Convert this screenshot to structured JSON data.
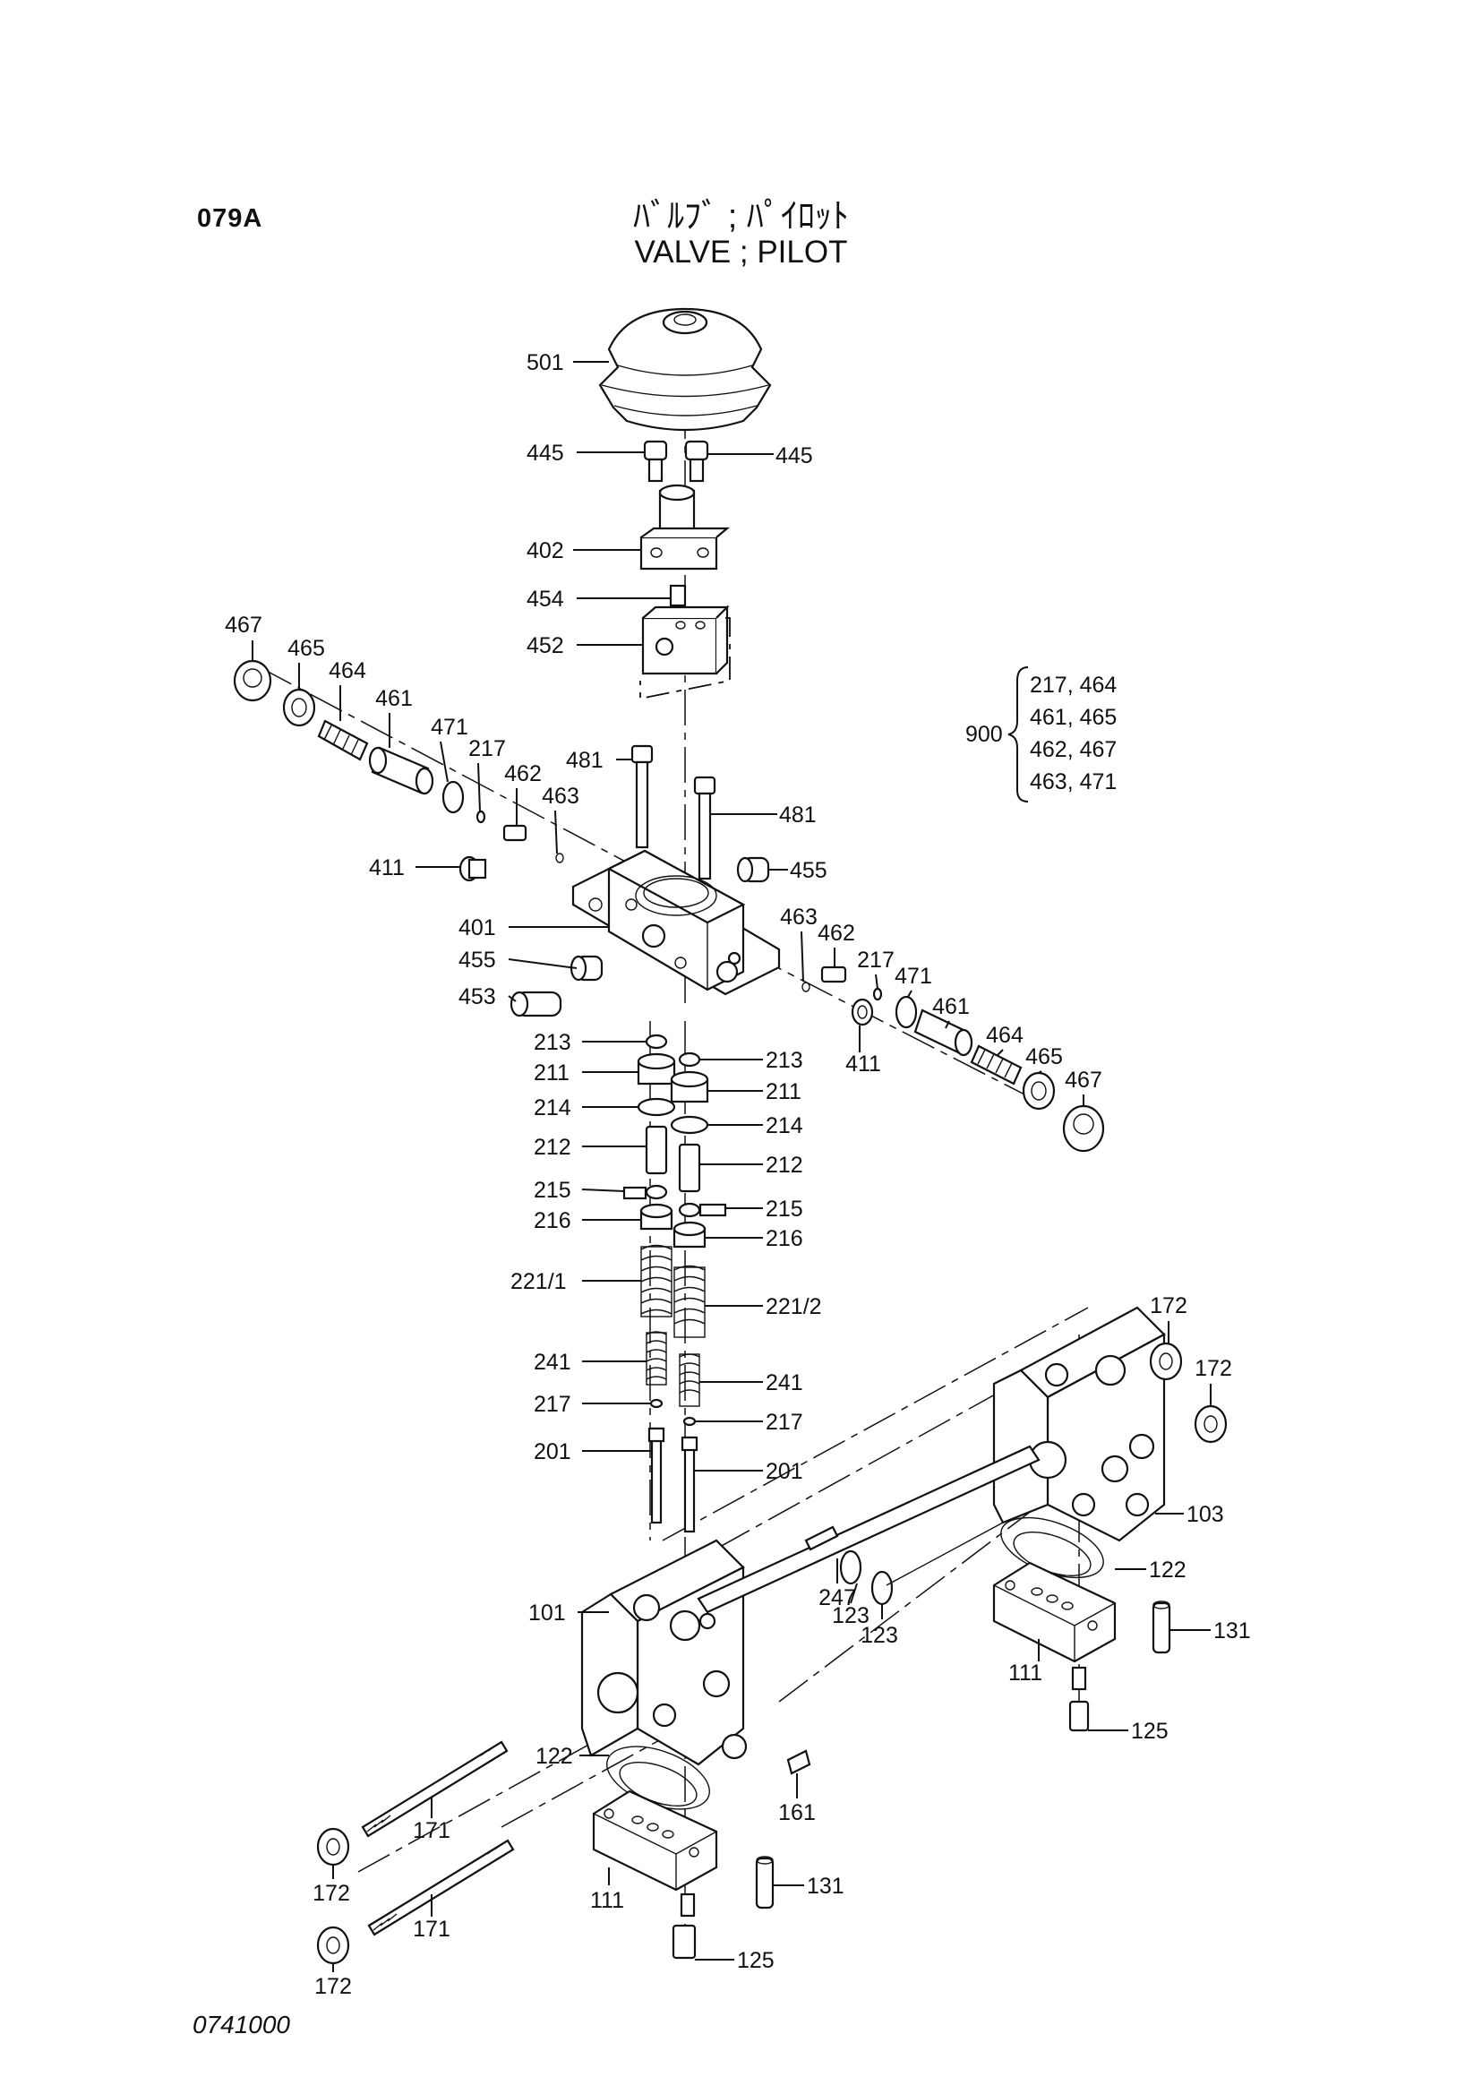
{
  "page": {
    "section_code": "079A",
    "title_jp": "ﾊﾞﾙﾌﾞ ; ﾊﾟｲﾛｯﾄ",
    "title_en": "VALVE ; PILOT",
    "doc_number": "0741000"
  },
  "kit": {
    "label": "900",
    "lines": [
      "217, 464",
      "461, 465",
      "462, 467",
      "463, 471"
    ]
  },
  "callouts": [
    "501",
    "445",
    "445",
    "402",
    "454",
    "452",
    "467",
    "465",
    "464",
    "461",
    "471",
    "217",
    "462",
    "463",
    "481",
    "481",
    "411",
    "455",
    "401",
    "455",
    "453",
    "463",
    "462",
    "217",
    "471",
    "461",
    "464",
    "465",
    "467",
    "411",
    "213",
    "213",
    "211",
    "211",
    "214",
    "214",
    "212",
    "212",
    "215",
    "215",
    "216",
    "216",
    "221/1",
    "221/2",
    "241",
    "241",
    "217",
    "217",
    "201",
    "201",
    "172",
    "172",
    "103",
    "122",
    "247",
    "123",
    "123",
    "131",
    "111",
    "125",
    "101",
    "122",
    "161",
    "131",
    "111",
    "125",
    "171",
    "171",
    "172",
    "172"
  ]
}
